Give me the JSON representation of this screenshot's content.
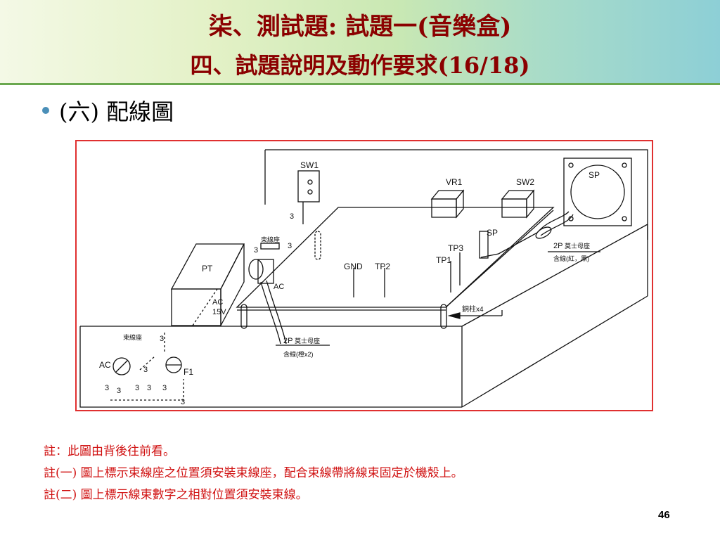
{
  "header": {
    "title_line1": "柒、測試題: 試題一(音樂盒)",
    "title_line2": "四、試題說明及動作要求(16/18)"
  },
  "bullet": {
    "text": "(六) 配線圖"
  },
  "diagram": {
    "labels": {
      "sw1": "SW1",
      "vr1": "VR1",
      "sw2": "SW2",
      "sp_box": "SP",
      "pt": "PT",
      "ac_top": "AC",
      "ac_15v": "AC\n15V",
      "ac15": "15V",
      "gnd": "GND",
      "tp2": "TP2",
      "tp3": "TP3",
      "tp1": "TP1",
      "sp_pcb": "SP",
      "bundle_top": "束線座",
      "bundle_left": "束線座",
      "conn_right": "2P",
      "conn_right_desc": "莫士母座",
      "conn_right_wire": "含線(紅，黑)",
      "conn_mid": "2P",
      "conn_mid_desc": "莫士母座",
      "conn_mid_wire": "含線(橙x2)",
      "copper": "銅柱x4",
      "ac_left": "AC",
      "f1": "F1",
      "num3": "3"
    }
  },
  "notes": [
    "註：此圖由背後往前看。",
    "註(一) 圖上標示束線座之位置須安裝束線座，配合束線帶將線束固定於機殼上。",
    "註(二) 圖上標示線束數字之相對位置須安裝束線。"
  ],
  "page_number": "46"
}
